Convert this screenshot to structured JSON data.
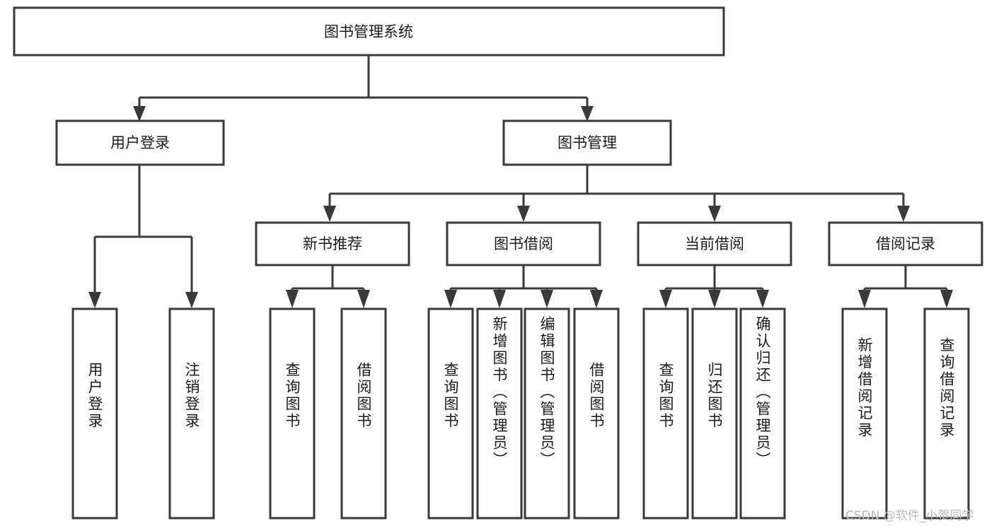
{
  "diagram": {
    "type": "tree-hierarchy",
    "title": "图书管理系统",
    "root": {
      "id": "root",
      "label": "图书管理系统"
    },
    "level2": [
      {
        "id": "user-login",
        "label": "用户登录"
      },
      {
        "id": "book-manage",
        "label": "图书管理"
      }
    ],
    "level3": [
      {
        "id": "new-book-recommend",
        "label": "新书推荐",
        "parent": "book-manage"
      },
      {
        "id": "book-borrow",
        "label": "图书借阅",
        "parent": "book-manage"
      },
      {
        "id": "current-borrow",
        "label": "当前借阅",
        "parent": "book-manage"
      },
      {
        "id": "borrow-record",
        "label": "借阅记录",
        "parent": "book-manage"
      }
    ],
    "leaves": [
      {
        "id": "leaf-user-login",
        "label": "用户登录",
        "parent": "user-login"
      },
      {
        "id": "leaf-logout",
        "label": "注销登录",
        "parent": "user-login"
      },
      {
        "id": "leaf-query-book-1",
        "label": "查询图书",
        "parent": "new-book-recommend"
      },
      {
        "id": "leaf-borrow-book-1",
        "label": "借阅图书",
        "parent": "new-book-recommend"
      },
      {
        "id": "leaf-query-book-2",
        "label": "查询图书",
        "parent": "book-borrow"
      },
      {
        "id": "leaf-add-book",
        "label": "新增图书（管理员）",
        "parent": "book-borrow"
      },
      {
        "id": "leaf-edit-book",
        "label": "编辑图书（管理员）",
        "parent": "book-borrow"
      },
      {
        "id": "leaf-borrow-book-2",
        "label": "借阅图书",
        "parent": "book-borrow"
      },
      {
        "id": "leaf-query-book-3",
        "label": "查询图书",
        "parent": "current-borrow"
      },
      {
        "id": "leaf-return-book",
        "label": "归还图书",
        "parent": "current-borrow"
      },
      {
        "id": "leaf-confirm-return",
        "label": "确认归还（管理员）",
        "parent": "current-borrow"
      },
      {
        "id": "leaf-add-record",
        "label": "新增借阅记录",
        "parent": "borrow-record"
      },
      {
        "id": "leaf-query-record",
        "label": "查询借阅记录",
        "parent": "borrow-record"
      }
    ],
    "colors": {
      "stroke": "#3a3a3a",
      "fill": "#ffffff",
      "text": "#1b1b1b",
      "watermark": "#b9b9b9"
    }
  },
  "watermark": {
    "text": "CSDN @软件_小贺同学"
  }
}
